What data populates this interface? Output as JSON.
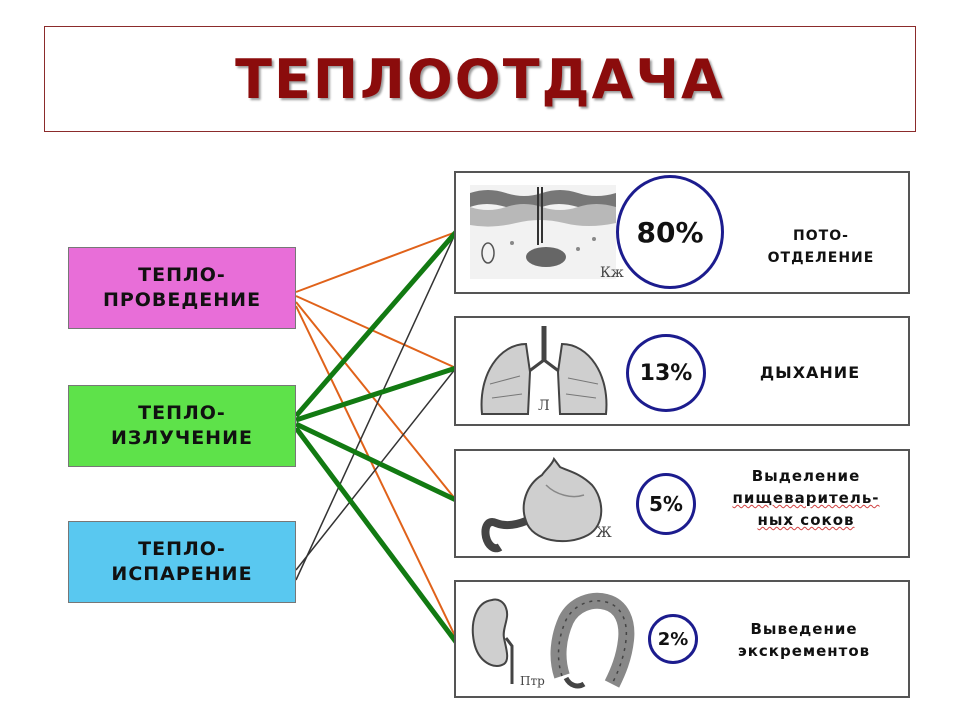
{
  "title": "ТЕПЛООТДАЧА",
  "sources": [
    {
      "line1": "ТЕПЛО-",
      "line2": "ПРОВЕДЕНИЕ",
      "color": "#e86ed8"
    },
    {
      "line1": "ТЕПЛО-",
      "line2": "ИЗЛУЧЕНИЕ",
      "color": "#5ee24a"
    },
    {
      "line1": "ТЕПЛО-",
      "line2": "ИСПАРЕНИЕ",
      "color": "#59c8f0"
    }
  ],
  "targets": [
    {
      "percent": "80%",
      "lines": [
        "ПОТО-",
        "ОТДЕЛЕНИЕ"
      ],
      "figure_label": "Кж"
    },
    {
      "percent": "13%",
      "lines": [
        "ДЫХАНИЕ"
      ],
      "figure_label": "Л"
    },
    {
      "percent": "5%",
      "lines": [
        "Выделение",
        "пищеваритель-",
        "ных соков"
      ],
      "figure_label": "Ж"
    },
    {
      "percent": "2%",
      "lines": [
        "Выведение",
        "экскрементов"
      ],
      "figure_label": "Птр"
    }
  ],
  "colors": {
    "title": "#8b0c0c",
    "conduction_lines": "#e0621a",
    "radiation_lines": "#127a12",
    "evaporation_lines": "#333333",
    "circle_border": "#1c1c8e"
  }
}
